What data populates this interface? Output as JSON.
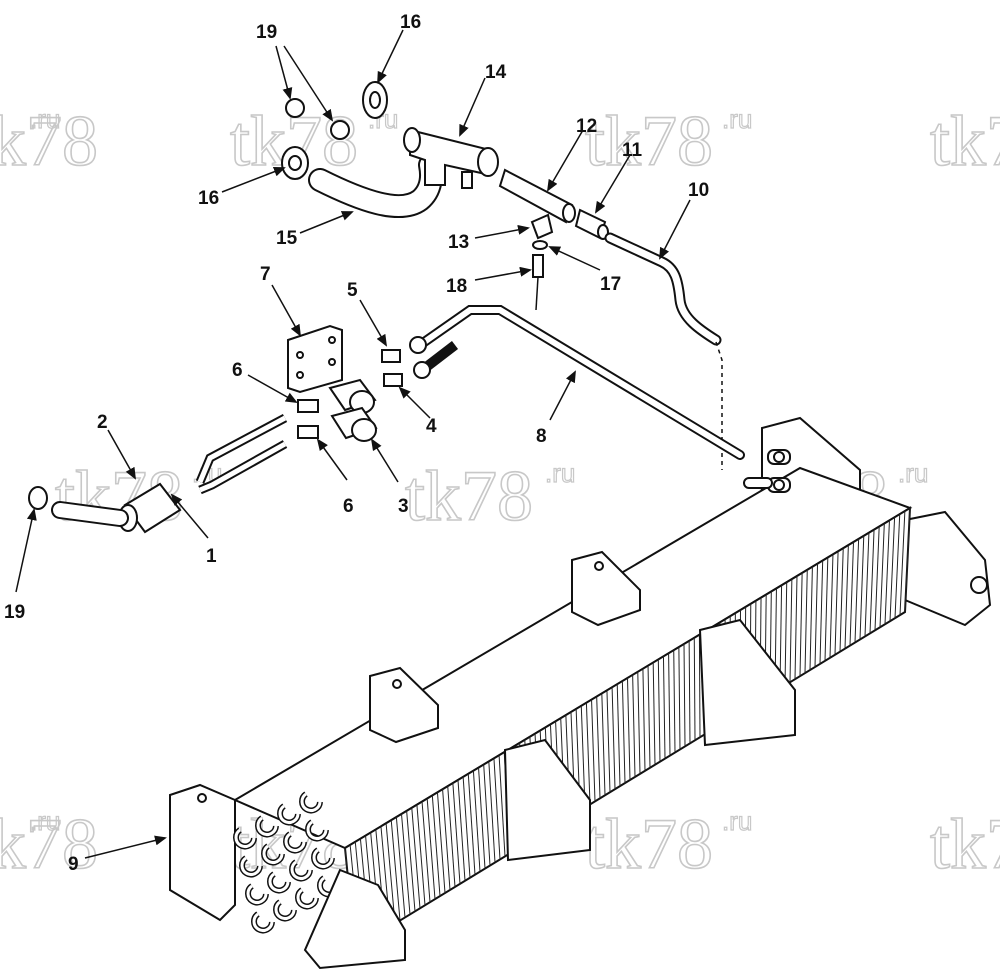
{
  "watermark": {
    "text": "tk78",
    "suffix": ".ru"
  },
  "callouts": {
    "c19a": "19",
    "c16a": "16",
    "c14": "14",
    "c12": "12",
    "c11": "11",
    "c10": "10",
    "c16b": "16",
    "c15": "15",
    "c13": "13",
    "c17": "17",
    "c18": "18",
    "c7": "7",
    "c5": "5",
    "c6a": "6",
    "c4": "4",
    "c8": "8",
    "c2": "2",
    "c6b": "6",
    "c3": "3",
    "c1": "1",
    "c19b": "19",
    "c9": "9"
  },
  "colors": {
    "line": "#111111",
    "watermark": "#c8c8c8",
    "background": "#ffffff"
  }
}
